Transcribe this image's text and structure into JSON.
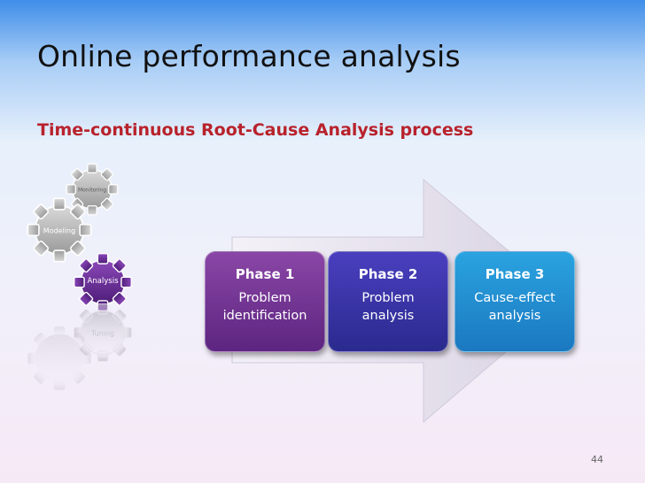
{
  "slide": {
    "title": "Online performance analysis",
    "subtitle": "Time-continuous Root-Cause Analysis process",
    "page_number": "44"
  },
  "gears": [
    {
      "label": "Monitoring",
      "color": "#b5b5b5"
    },
    {
      "label": "Modeling",
      "color": "#b5b5b5"
    },
    {
      "label": "Analysis",
      "color": "#6a2c9c",
      "active": true
    },
    {
      "label": "Tuning",
      "color": "#b5b5b5",
      "reflection": true
    }
  ],
  "phases": [
    {
      "title": "Phase 1",
      "text": "Problem identification",
      "color": "#6e3290"
    },
    {
      "title": "Phase 2",
      "text": "Problem analysis",
      "color": "#3b36a8"
    },
    {
      "title": "Phase 3",
      "text": "Cause-effect analysis",
      "color": "#2390d4"
    }
  ],
  "colors": {
    "accent_red": "#b8222c",
    "arrow": "#dcd6e6"
  }
}
